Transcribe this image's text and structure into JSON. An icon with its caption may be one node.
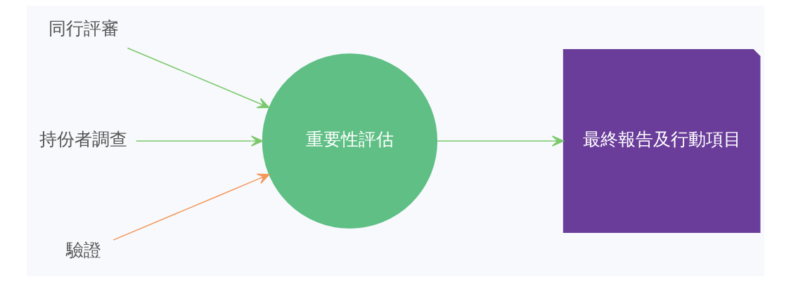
{
  "diagram": {
    "nodes": [
      {
        "text": [
          "同行評審"
        ]
      },
      {
        "text": [
          "持份者調查"
        ]
      },
      {
        "text": [
          "驗證"
        ]
      },
      {
        "text": [
          "重要性評估"
        ]
      },
      {
        "text": [
          "最終報告及行動項目"
        ]
      }
    ],
    "edges": [
      {
        "from": 0,
        "to": 3,
        "arrow": "to"
      },
      {
        "from": 1,
        "to": 3,
        "arrow": "to"
      },
      {
        "from": 2,
        "to": 3,
        "arrow": "to",
        "color": "#f5965a"
      },
      {
        "from": 3,
        "to": 4,
        "arrow": "to"
      }
    ]
  }
}
